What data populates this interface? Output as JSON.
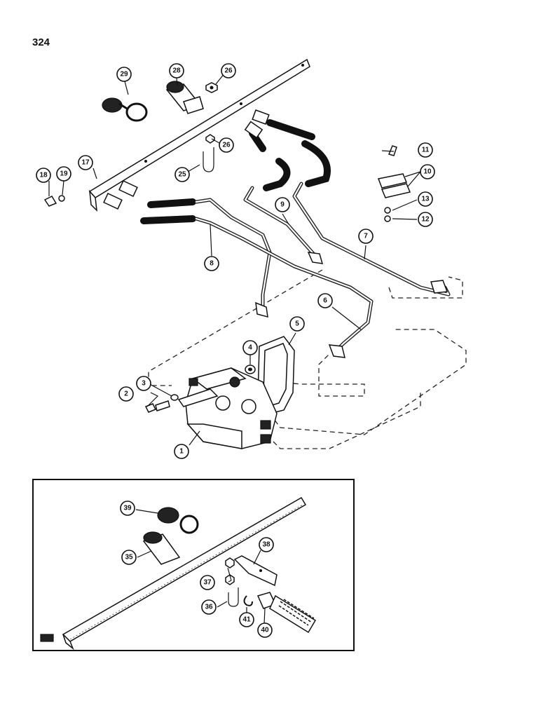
{
  "page": {
    "number": "324"
  },
  "callouts": {
    "c1": "1",
    "c2": "2",
    "c3": "3",
    "c4": "4",
    "c5": "5",
    "c6": "6",
    "c7": "7",
    "c8": "8",
    "c9": "9",
    "c10": "10",
    "c11": "11",
    "c12": "12",
    "c13": "13",
    "c17": "17",
    "c18": "18",
    "c19": "19",
    "c25": "25",
    "c26a": "26",
    "c26b": "26",
    "c28": "28",
    "c29": "29",
    "c35": "35",
    "c36": "36",
    "c37": "37",
    "c38": "38",
    "c39": "39",
    "c40": "40",
    "c41": "41"
  },
  "colors": {
    "ink": "#111111",
    "paper": "#ffffff"
  }
}
